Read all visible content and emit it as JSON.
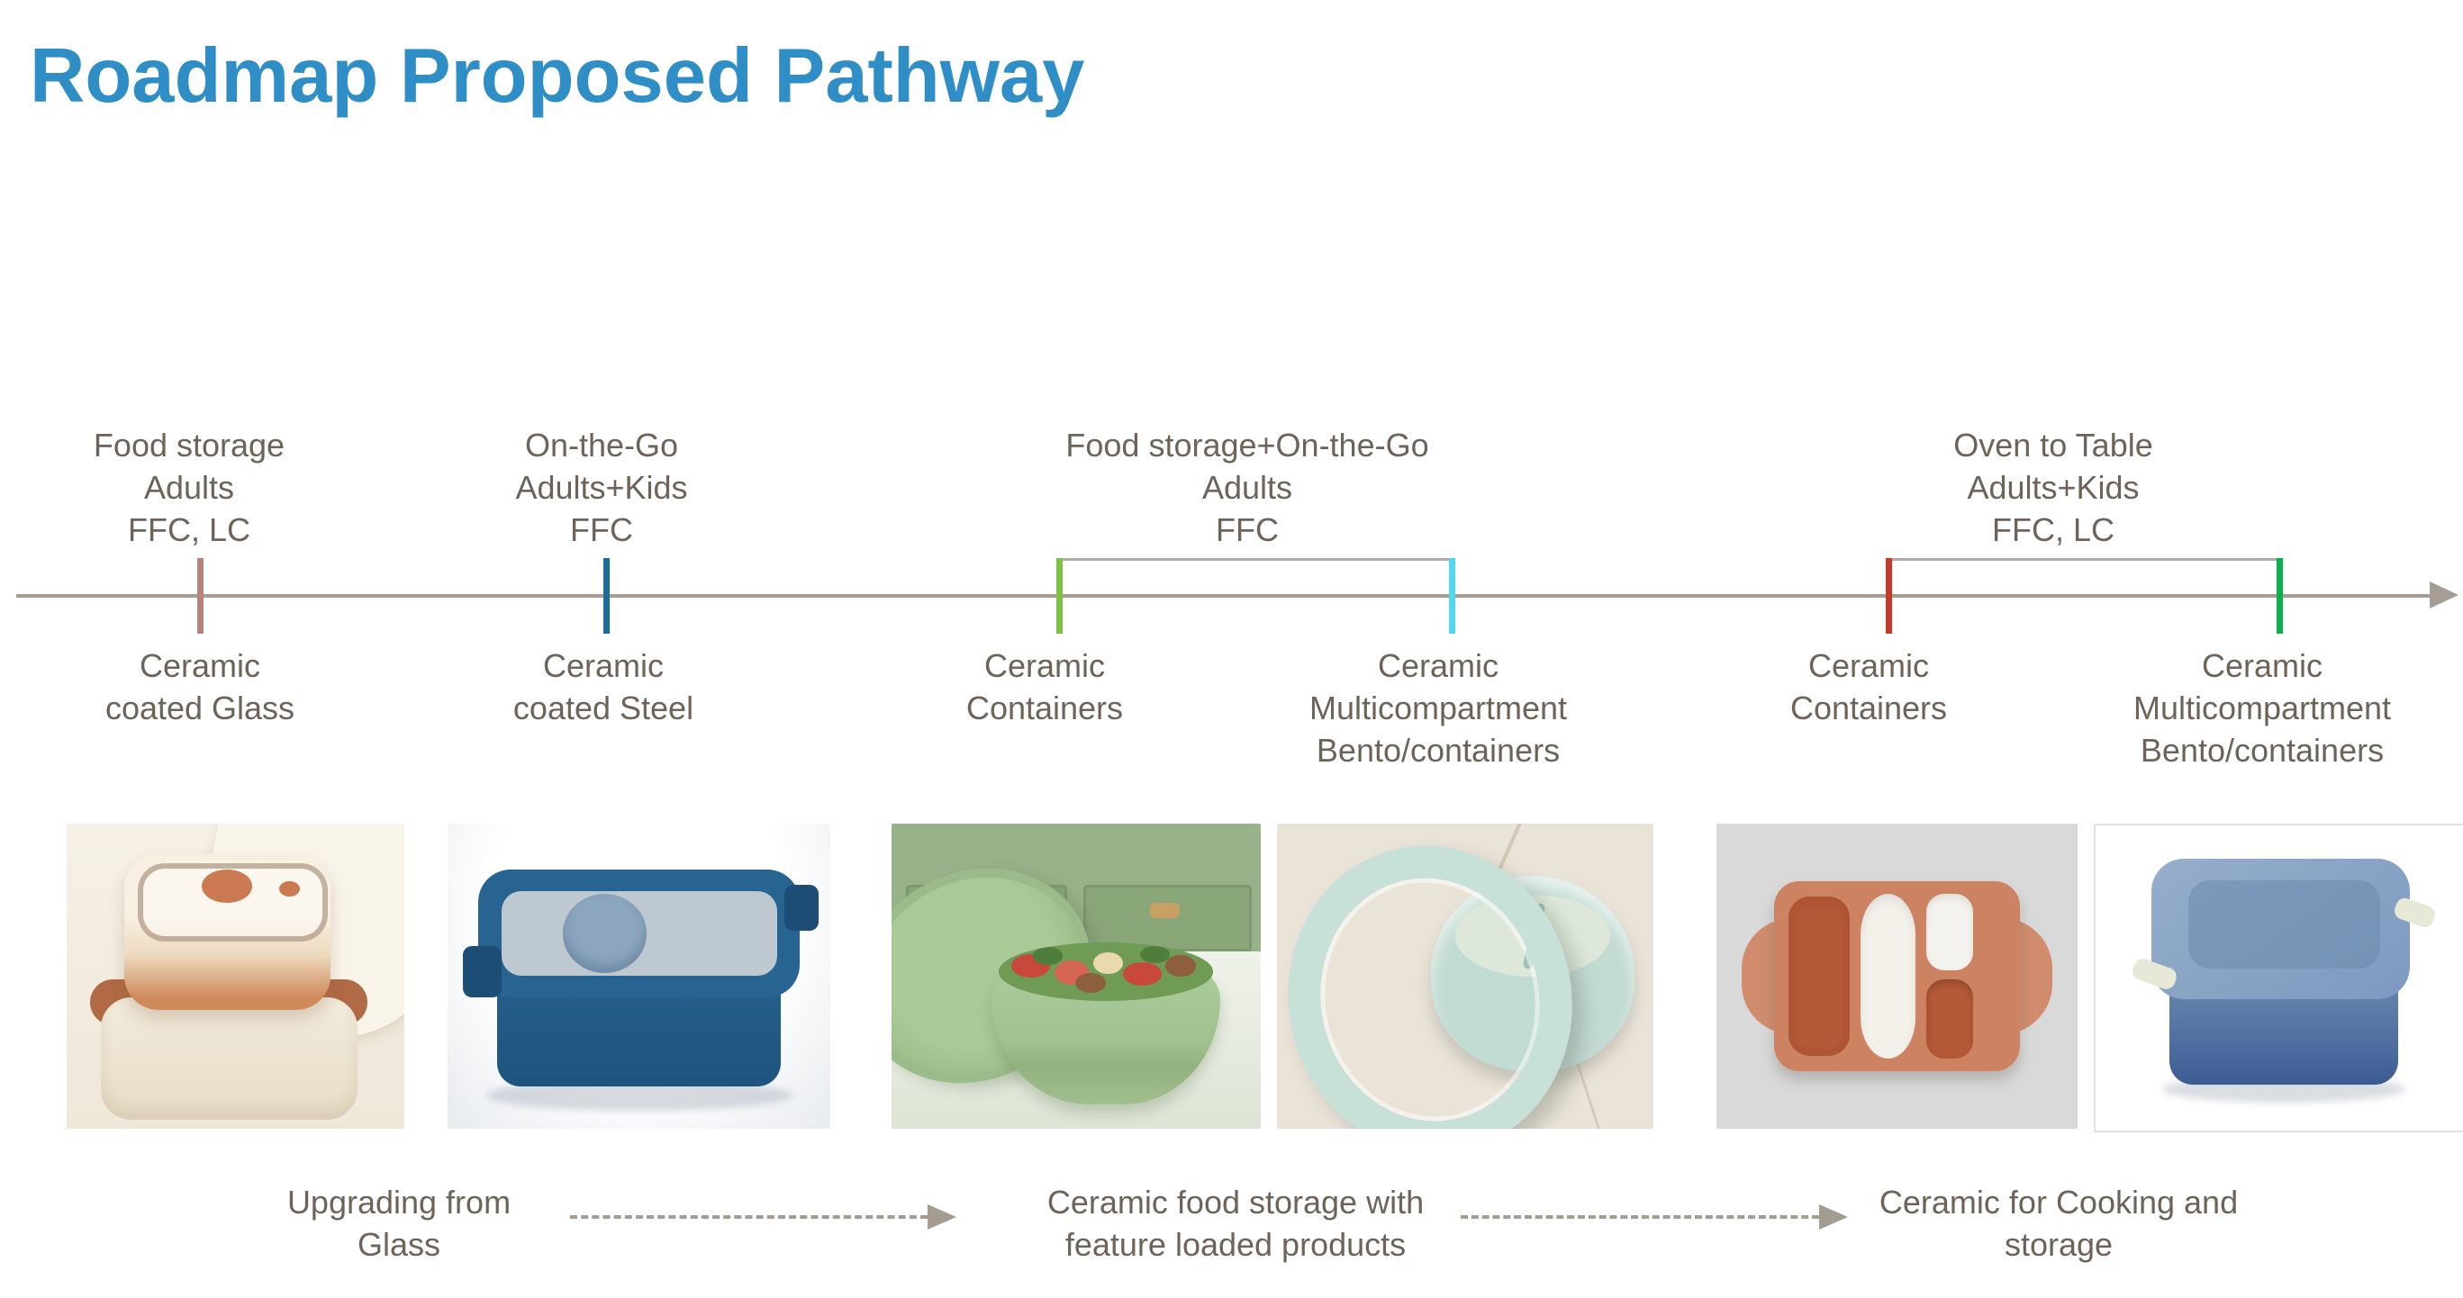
{
  "slide": {
    "title": "Roadmap Proposed Pathway"
  },
  "colors": {
    "title": "#2e8ec5",
    "text": "#6e6359",
    "axis": "#a69d94",
    "bracket": "#b3aca4",
    "dashed_arrow": "#a49b91"
  },
  "timeline": {
    "events": [
      {
        "above": "Food storage\nAdults\nFFC, LC",
        "below": "Ceramic\ncoated Glass",
        "tick_color": "#b5827c"
      },
      {
        "above": "On-the-Go\nAdults+Kids\nFFC",
        "below": "Ceramic\ncoated Steel",
        "tick_color": "#1e6b99"
      },
      {
        "above": "Food storage+On-the-Go\nAdults\nFFC",
        "start": {
          "below": "Ceramic\nContainers",
          "tick_color": "#7cc142"
        },
        "end": {
          "below": "Ceramic\nMulticompartment\nBento/containers",
          "tick_color": "#4ed9f0"
        }
      },
      {
        "above": "Oven to Table\nAdults+Kids\nFFC, LC",
        "start": {
          "below": "Ceramic\nContainers",
          "tick_color": "#c13b2a"
        },
        "end": {
          "below": "Ceramic\nMulticompartment\nBento/containers",
          "tick_color": "#0cb04f"
        }
      }
    ]
  },
  "products": [
    {
      "name": "ceramic-coated-glass-set",
      "description": "Stacked cream ceramic-coated glass containers with terracotta accents",
      "primary_color": "#efe6d6"
    },
    {
      "name": "ceramic-coated-steel-box",
      "description": "Dark blue ceramic-coated steel lunch box with grey tray and cup",
      "primary_color": "#26618d"
    },
    {
      "name": "ceramic-container-green",
      "description": "Sage green round ceramic container filled with salad, lid beside",
      "primary_color": "#a2c190"
    },
    {
      "name": "ceramic-multicompartment-round",
      "description": "Pale aqua round multicompartment container with ring lid",
      "primary_color": "#c2dbd3"
    },
    {
      "name": "ceramic-bento-tray",
      "description": "Terracotta bento tray with white and terracotta compartments",
      "primary_color": "#cd8261"
    },
    {
      "name": "ceramic-bento-blue",
      "description": "Blue square bento lunch box with cream latches",
      "primary_color": "#7d99bf"
    }
  ],
  "footer": {
    "stages": [
      {
        "text": "Upgrading from\nGlass"
      },
      {
        "text": "Ceramic food storage with\nfeature loaded products"
      },
      {
        "text": "Ceramic for Cooking and\nstorage"
      }
    ]
  }
}
